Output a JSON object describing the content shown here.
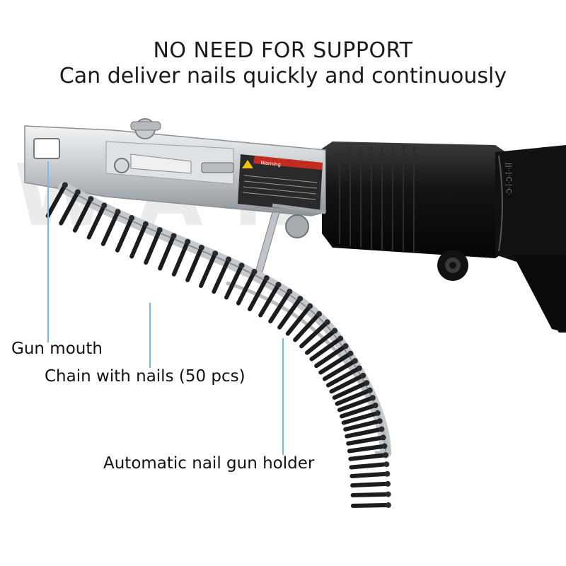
{
  "headline": {
    "line1": "NO NEED FOR SUPPORT",
    "line2": "Can deliver nails quickly and continuously"
  },
  "callouts": {
    "gun_mouth": "Gun mouth",
    "chain": "Chain with nails (50 pcs)",
    "holder": "Automatic nail gun holder"
  },
  "watermark": "WAN",
  "warning_sticker": {
    "title": "Warning"
  },
  "colors": {
    "callout_line": "#7fb8e6",
    "metal": "#c9cdd1",
    "drill_body": "#161616",
    "screw": "#1c1c1c"
  }
}
